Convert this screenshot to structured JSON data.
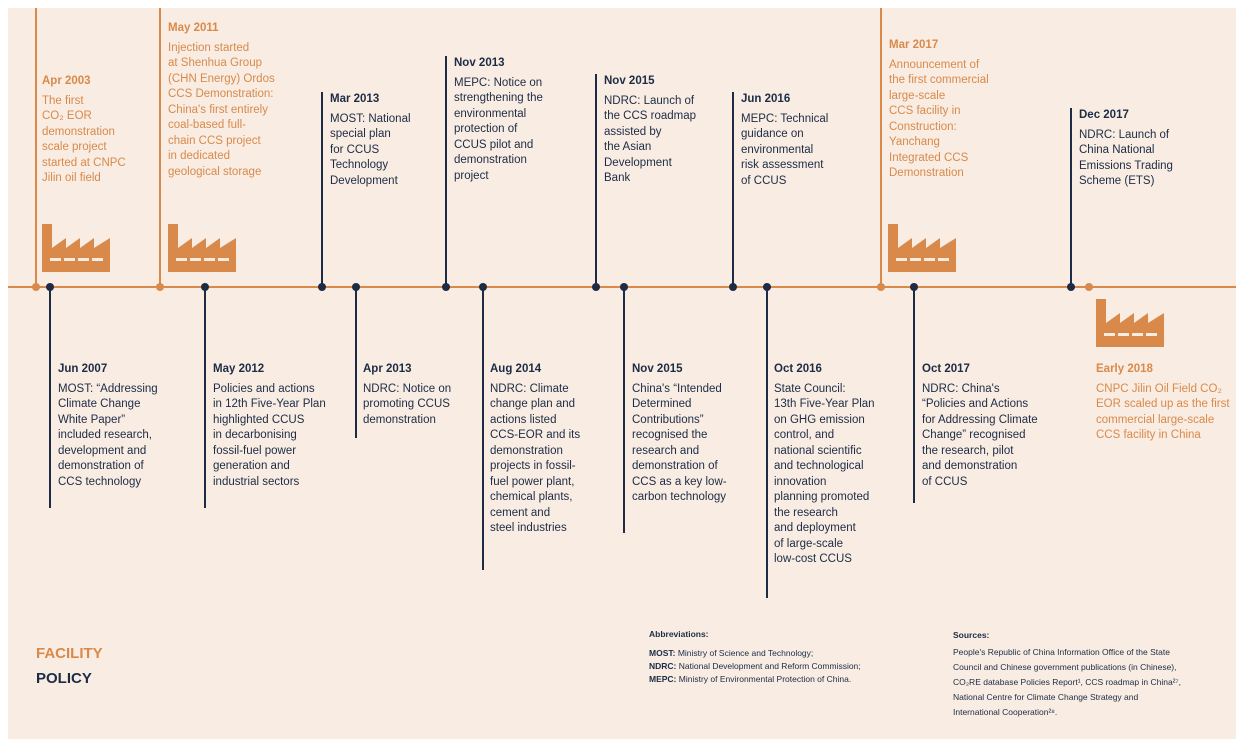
{
  "colors": {
    "facility": "#d98a4a",
    "policy": "#1d2c44",
    "background": "#f8ece3"
  },
  "icons": {
    "facility": "factory-icon"
  },
  "events_top": [
    {
      "id": "apr-2003",
      "type": "facility",
      "date": "Apr 2003",
      "text": "The first\nCO₂ EOR\ndemonstration\nscale project\nstarted at CNPC\nJilin oil field",
      "icon": true
    },
    {
      "id": "may-2011",
      "type": "facility",
      "date": "May 2011",
      "text": "Injection started\nat Shenhua Group\n(CHN Energy) Ordos\nCCS Demonstration:\nChina's first entirely\ncoal-based full-\nchain CCS project\nin dedicated\ngeological storage",
      "icon": true
    },
    {
      "id": "mar-2013",
      "type": "policy",
      "date": "Mar 2013",
      "text": "MOST: National\nspecial plan\nfor CCUS\nTechnology\nDevelopment"
    },
    {
      "id": "nov-2013",
      "type": "policy",
      "date": "Nov 2013",
      "text": "MEPC: Notice on\nstrengthening the\nenvironmental\nprotection of\nCCUS pilot and\ndemonstration\nproject"
    },
    {
      "id": "nov-2015-a",
      "type": "policy",
      "date": "Nov 2015",
      "text": "NDRC: Launch of\nthe CCS roadmap\nassisted by\nthe Asian\nDevelopment\nBank"
    },
    {
      "id": "jun-2016",
      "type": "policy",
      "date": "Jun 2016",
      "text": "MEPC: Technical\nguidance on\nenvironmental\nrisk assessment\nof CCUS"
    },
    {
      "id": "mar-2017",
      "type": "facility",
      "date": "Mar 2017",
      "text": "Announcement of\nthe first commercial\nlarge-scale\nCCS facility in\nConstruction:\nYanchang\nIntegrated CCS\nDemonstration",
      "icon": true
    },
    {
      "id": "dec-2017",
      "type": "policy",
      "date": "Dec 2017",
      "text": "NDRC: Launch of\nChina National\nEmissions Trading\nScheme (ETS)"
    }
  ],
  "events_bottom": [
    {
      "id": "jun-2007",
      "type": "policy",
      "date": "Jun 2007",
      "text": "MOST: “Addressing\nClimate Change\nWhite Paper”\nincluded research,\ndevelopment and\ndemonstration of\nCCS technology"
    },
    {
      "id": "may-2012",
      "type": "policy",
      "date": "May 2012",
      "text": "Policies and actions\nin 12th Five-Year Plan\nhighlighted CCUS\nin decarbonising\nfossil-fuel power\ngeneration and\nindustrial sectors"
    },
    {
      "id": "apr-2013",
      "type": "policy",
      "date": "Apr 2013",
      "text": "NDRC: Notice on\npromoting CCUS\ndemonstration"
    },
    {
      "id": "aug-2014",
      "type": "policy",
      "date": "Aug 2014",
      "text": "NDRC: Climate\nchange plan and\nactions listed\nCCS-EOR and its\ndemonstration\nprojects in fossil-\nfuel power plant,\nchemical plants,\ncement and\nsteel industries"
    },
    {
      "id": "nov-2015-b",
      "type": "policy",
      "date": "Nov 2015",
      "text": "China's “Intended\nDetermined\nContributions”\nrecognised the\nresearch and\ndemonstration of\nCCS as a key low-\ncarbon technology"
    },
    {
      "id": "oct-2016",
      "type": "policy",
      "date": "Oct 2016",
      "text": "State Council:\n13th Five-Year Plan\non GHG emission\ncontrol, and\nnational scientific\nand technological\ninnovation\nplanning promoted\nthe research\nand deployment\nof large-scale\nlow-cost CCUS"
    },
    {
      "id": "oct-2017",
      "type": "policy",
      "date": "Oct 2017",
      "text": "NDRC: China's\n“Policies and Actions\nfor Addressing Climate\nChange” recognised\nthe research, pilot\nand demonstration\nof CCUS"
    },
    {
      "id": "early-2018",
      "type": "facility",
      "date": "Early 2018",
      "text": "CNPC Jilin Oil Field CO₂\nEOR scaled up as the first\ncommercial large-scale\nCCS facility in China",
      "icon": true
    }
  ],
  "legend": {
    "facility": "FACILITY",
    "policy": "POLICY"
  },
  "abbreviations": {
    "heading": "Abbreviations:",
    "items": [
      {
        "key": "MOST:",
        "value": "Ministry of Science and Technology;"
      },
      {
        "key": "NDRC:",
        "value": "National Development and Reform Commission;"
      },
      {
        "key": "MEPC:",
        "value": "Ministry of Environmental Protection of China."
      }
    ]
  },
  "sources": {
    "heading": "Sources:",
    "body": "People's Republic of China Information Office of the State\nCouncil and Chinese government publications (in Chinese),\nCO₂RE database Policies Report¹, CCS roadmap in China²⁷,\nNational Centre for Climate Change Strategy and\nInternational Cooperation²⁸."
  }
}
